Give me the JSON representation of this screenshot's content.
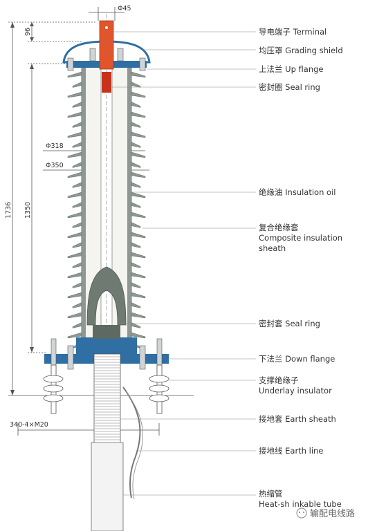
{
  "labels": {
    "terminal": "导电端子 Terminal",
    "grading_shield": "均压罩 Grading shield",
    "up_flange": "上法兰 Up flange",
    "seal_ring_top": "密封圈 Seal ring",
    "insulation_oil": "绝缘油 Insulation oil",
    "composite_sheath_1": "复合绝缘套",
    "composite_sheath_2": "Composite insulation",
    "composite_sheath_3": "sheath",
    "seal_ring_bottom": "密封套 Seal ring",
    "down_flange": "下法兰 Down flange",
    "underlay_insulator_1": "支撑绝缘子",
    "underlay_insulator_2": "Underlay insulator",
    "earth_sheath": "接地套 Earth sheath",
    "earth_line": "接地线 Earth line",
    "heat_shrink_1": "热缩管",
    "heat_shrink_2": "Heat-sh inkable tube"
  },
  "dimensions": {
    "phi45": "Φ45",
    "d96": "96",
    "phi318": "Φ318",
    "phi350": "Φ350",
    "d1350": "1350",
    "d1736": "1736",
    "bolt": "340-4×M20"
  },
  "watermark": "输配电线路",
  "colors": {
    "terminal": "#e0552b",
    "flange": "#2f6fa3",
    "shed": "#8e9892",
    "shed_dark": "#5f6963",
    "stress_cone": "#6e7a72",
    "line": "#555555"
  }
}
